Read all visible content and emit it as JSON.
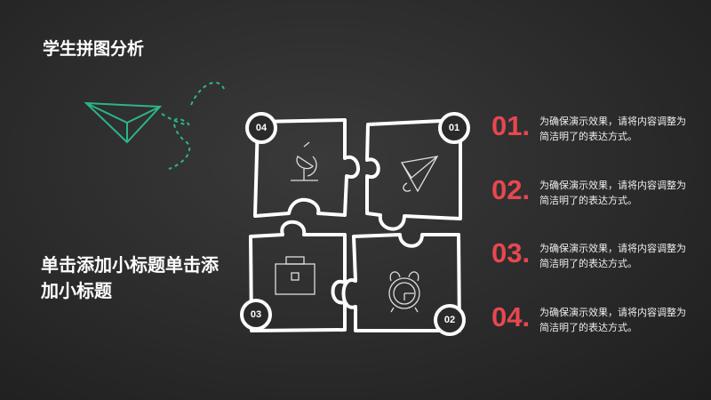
{
  "title": "学生拼图分析",
  "subtitle": "单击添加小标题单击添加小标题",
  "colors": {
    "accent": "#e8474f",
    "plane": "#2bb58c"
  },
  "pieces": [
    {
      "badge": "04",
      "icon": "microscope-icon"
    },
    {
      "badge": "01",
      "icon": "paper-plane-icon"
    },
    {
      "badge": "03",
      "icon": "briefcase-icon"
    },
    {
      "badge": "02",
      "icon": "alarm-clock-icon"
    }
  ],
  "items": [
    {
      "num": "01.",
      "text": "为确保演示效果，请将内容调整为简洁明了的表达方式。"
    },
    {
      "num": "02.",
      "text": "为确保演示效果，请将内容调整为简洁明了的表达方式。"
    },
    {
      "num": "03.",
      "text": "为确保演示效果，请将内容调整为简洁明了的表达方式。"
    },
    {
      "num": "04.",
      "text": "为确保演示效果，请将内容调整为简洁明了的表达方式。"
    }
  ]
}
